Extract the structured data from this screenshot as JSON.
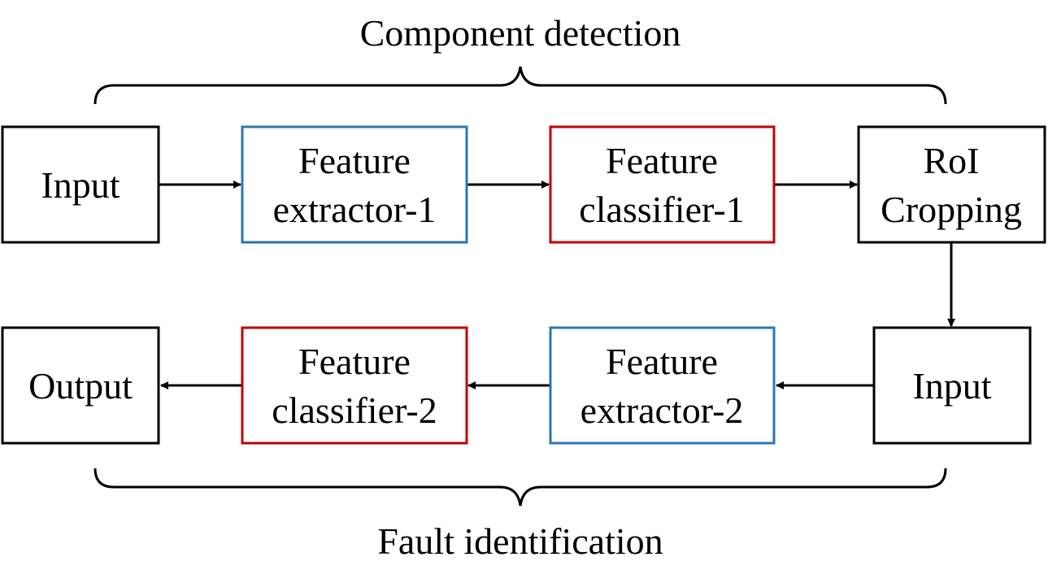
{
  "colors": {
    "black": "#000000",
    "extractor": "#2e75b6",
    "classifier": "#c00000"
  },
  "groups": {
    "top": "Component detection",
    "bottom": "Fault identification"
  },
  "nodes": {
    "input1": {
      "lines": [
        "Input"
      ],
      "color": "#000000"
    },
    "extractor1": {
      "lines": [
        "Feature",
        "extractor-1"
      ],
      "color": "#2e75b6"
    },
    "classifier1": {
      "lines": [
        "Feature",
        "classifier-1"
      ],
      "color": "#c00000"
    },
    "roi": {
      "lines": [
        "RoI",
        "Cropping"
      ],
      "color": "#000000"
    },
    "input2": {
      "lines": [
        "Input"
      ],
      "color": "#000000"
    },
    "extractor2": {
      "lines": [
        "Feature",
        "extractor-2"
      ],
      "color": "#2e75b6"
    },
    "classifier2": {
      "lines": [
        "Feature",
        "classifier-2"
      ],
      "color": "#c00000"
    },
    "output": {
      "lines": [
        "Output"
      ],
      "color": "#000000"
    }
  },
  "edges": [
    {
      "from": "input1",
      "to": "extractor1"
    },
    {
      "from": "extractor1",
      "to": "classifier1"
    },
    {
      "from": "classifier1",
      "to": "roi"
    },
    {
      "from": "roi",
      "to": "input2"
    },
    {
      "from": "input2",
      "to": "extractor2"
    },
    {
      "from": "extractor2",
      "to": "classifier2"
    },
    {
      "from": "classifier2",
      "to": "output"
    }
  ]
}
